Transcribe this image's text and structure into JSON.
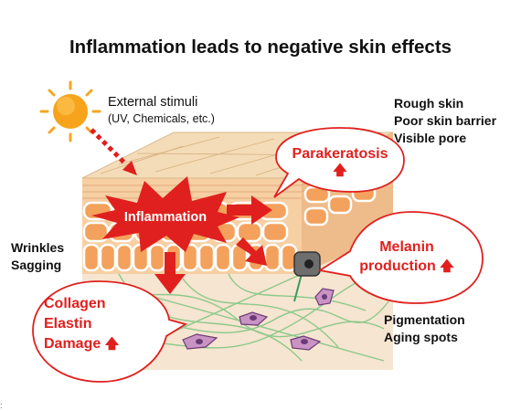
{
  "title": "Inflammation leads to negative skin effects",
  "external": {
    "title": "External stimuli",
    "subtitle": "(UV, Chemicals, etc.)"
  },
  "rough": [
    "Rough skin",
    "Poor skin barrier",
    "Visible pore"
  ],
  "wrinkles": [
    "Wrinkles",
    "Sagging"
  ],
  "pigmentation": [
    "Pigmentation",
    "Aging spots"
  ],
  "inflammation": "Inflammation",
  "parakeratosis": "Parakeratosis",
  "melanin": [
    "Melanin",
    "production"
  ],
  "collagen": [
    "Collagen",
    "Elastin",
    "Damage"
  ],
  "up_arrow": "🡅",
  "colors": {
    "accent_red": "#e0201e",
    "skin_tan": "#f0c796",
    "cell_orange": "#f3a15c",
    "fiber_green": "#8bc98a"
  }
}
